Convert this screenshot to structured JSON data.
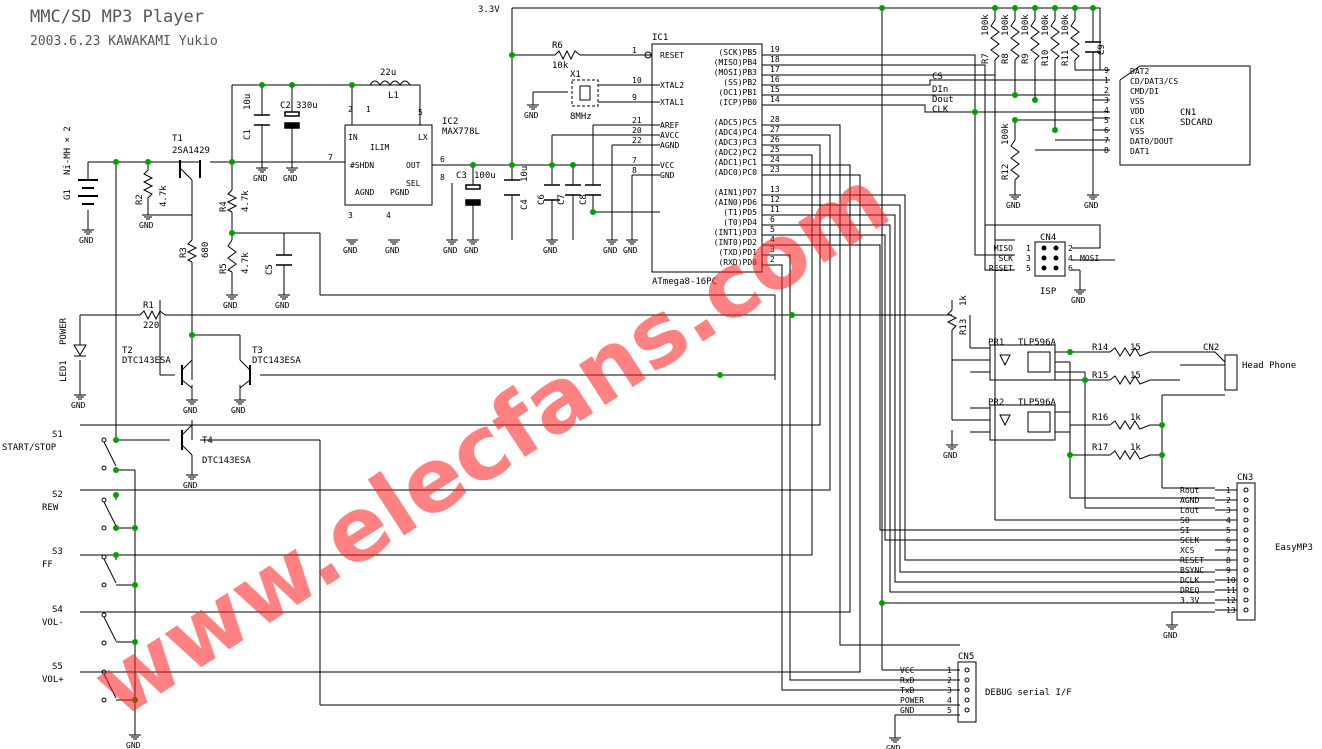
{
  "title": "MMC/SD MP3 Player",
  "subtitle": "2003.6.23  KAWAKAMI Yukio",
  "watermark": "www.elecfans.com",
  "rail_label": "3.3V",
  "gnd": "GND",
  "battery": {
    "ref": "G1",
    "value": "Ni-MH × 2"
  },
  "transistors": {
    "t1": {
      "ref": "T1",
      "value": "2SA1429"
    },
    "t2": {
      "ref": "T2",
      "value": "DTC143ESA"
    },
    "t3": {
      "ref": "T3",
      "value": "DTC143ESA"
    },
    "t4": {
      "ref": "T4",
      "value": "DTC143ESA"
    }
  },
  "resistors": {
    "r1": {
      "ref": "R1",
      "value": "220"
    },
    "r2": {
      "ref": "R2",
      "value": "4.7k"
    },
    "r3": {
      "ref": "R3",
      "value": "680"
    },
    "r4": {
      "ref": "R4",
      "value": "4.7k"
    },
    "r5": {
      "ref": "R5",
      "value": "4.7k"
    },
    "r6": {
      "ref": "R6",
      "value": "10k"
    },
    "r7": {
      "ref": "R7",
      "value": "100k"
    },
    "r8": {
      "ref": "R8",
      "value": "100k"
    },
    "r9": {
      "ref": "R9",
      "value": "100k"
    },
    "r10": {
      "ref": "R10",
      "value": "100k"
    },
    "r11": {
      "ref": "R11",
      "value": "100k"
    },
    "r12": {
      "ref": "R12",
      "value": "100k"
    },
    "r13": {
      "ref": "R13",
      "value": "1k"
    },
    "r14": {
      "ref": "R14",
      "value": "15"
    },
    "r15": {
      "ref": "R15",
      "value": "15"
    },
    "r16": {
      "ref": "R16",
      "value": "1k"
    },
    "r17": {
      "ref": "R17",
      "value": "1k"
    }
  },
  "capacitors": {
    "c1": {
      "ref": "C1",
      "value": "10u"
    },
    "c2": {
      "ref": "C2",
      "value": "330u"
    },
    "c3": {
      "ref": "C3",
      "value": "100u"
    },
    "c4": {
      "ref": "C4",
      "value": "10u"
    },
    "c5": {
      "ref": "C5"
    },
    "c6": {
      "ref": "C6"
    },
    "c7": {
      "ref": "C7"
    },
    "c8": {
      "ref": "C8"
    },
    "c9": {
      "ref": "C9"
    }
  },
  "inductor": {
    "ref": "L1",
    "value": "22u"
  },
  "crystal": {
    "ref": "X1",
    "value": "8MHz"
  },
  "led": {
    "ref": "LED1",
    "label": "POWER"
  },
  "ic2": {
    "ref": "IC2",
    "part": "MAX778L",
    "pins": [
      "IN",
      "ILIM",
      "#SHDN",
      "AGND",
      "PGND",
      "LX",
      "OUT",
      "SEL"
    ],
    "nums": [
      "2",
      "1",
      "7",
      "3",
      "4",
      "5",
      "6",
      "8"
    ]
  },
  "ic1": {
    "ref": "IC1",
    "part": "ATmega8-16PC",
    "left": [
      {
        "num": "1",
        "name": "RESET"
      },
      {
        "num": "10",
        "name": "XTAL2"
      },
      {
        "num": "9",
        "name": "XTAL1"
      },
      {
        "num": "21",
        "name": "AREF"
      },
      {
        "num": "20",
        "name": "AVCC"
      },
      {
        "num": "22",
        "name": "AGND"
      },
      {
        "num": "7",
        "name": "VCC"
      },
      {
        "num": "8",
        "name": "GND"
      }
    ],
    "right": [
      {
        "num": "19",
        "name": "(SCK)PB5"
      },
      {
        "num": "18",
        "name": "(MISO)PB4"
      },
      {
        "num": "17",
        "name": "(MOSI)PB3"
      },
      {
        "num": "16",
        "name": "(SS)PB2"
      },
      {
        "num": "15",
        "name": "(OC1)PB1"
      },
      {
        "num": "14",
        "name": "(ICP)PB0"
      },
      {
        "num": "28",
        "name": "(ADC5)PC5"
      },
      {
        "num": "27",
        "name": "(ADC4)PC4"
      },
      {
        "num": "26",
        "name": "(ADC3)PC3"
      },
      {
        "num": "25",
        "name": "(ADC2)PC2"
      },
      {
        "num": "24",
        "name": "(ADC1)PC1"
      },
      {
        "num": "23",
        "name": "(ADC0)PC0"
      },
      {
        "num": "13",
        "name": "(AIN1)PD7"
      },
      {
        "num": "12",
        "name": "(AIN0)PD6"
      },
      {
        "num": "11",
        "name": "(T1)PD5"
      },
      {
        "num": "6",
        "name": "(T0)PD4"
      },
      {
        "num": "5",
        "name": "(INT1)PD3"
      },
      {
        "num": "4",
        "name": "(INT0)PD2"
      },
      {
        "num": "3",
        "name": "(TXD)PD1"
      },
      {
        "num": "2",
        "name": "(RXD)PD0"
      }
    ]
  },
  "sd_signals": [
    "CS",
    "DIn",
    "Dout",
    "CLK"
  ],
  "cn1": {
    "ref": "CN1",
    "part": "SDCARD",
    "pins": [
      {
        "num": "9",
        "name": "DAT2"
      },
      {
        "num": "1",
        "name": "CD/DAT3/CS"
      },
      {
        "num": "2",
        "name": "CMD/DI"
      },
      {
        "num": "3",
        "name": "VSS"
      },
      {
        "num": "4",
        "name": "VDD"
      },
      {
        "num": "5",
        "name": "CLK"
      },
      {
        "num": "6",
        "name": "VSS"
      },
      {
        "num": "7",
        "name": "DAT0/DOUT"
      },
      {
        "num": "8",
        "name": "DAT1"
      }
    ]
  },
  "cn4": {
    "ref": "CN4",
    "part": "ISP",
    "left": [
      {
        "num": "1",
        "name": "MISO"
      },
      {
        "num": "3",
        "name": "SCK"
      },
      {
        "num": "5",
        "name": "RESET"
      }
    ],
    "right": [
      {
        "num": "2",
        "name": ""
      },
      {
        "num": "4",
        "name": "MOSI"
      },
      {
        "num": "6",
        "name": ""
      }
    ]
  },
  "pr1": {
    "ref": "PR1",
    "part": "TLP596A"
  },
  "pr2": {
    "ref": "PR2",
    "part": "TLP596A"
  },
  "cn2": {
    "ref": "CN2",
    "label": "Head Phone"
  },
  "cn3": {
    "ref": "CN3",
    "label": "EasyMP3",
    "pins": [
      {
        "num": "1",
        "name": "Rout"
      },
      {
        "num": "2",
        "name": "AGND"
      },
      {
        "num": "3",
        "name": "Lout"
      },
      {
        "num": "4",
        "name": "SO"
      },
      {
        "num": "5",
        "name": "SI"
      },
      {
        "num": "6",
        "name": "SCLK"
      },
      {
        "num": "7",
        "name": "XCS"
      },
      {
        "num": "8",
        "name": "RESET"
      },
      {
        "num": "9",
        "name": "BSYNC"
      },
      {
        "num": "10",
        "name": "DCLK"
      },
      {
        "num": "11",
        "name": "DREQ"
      },
      {
        "num": "12",
        "name": "3.3V"
      },
      {
        "num": "13",
        "name": ""
      }
    ]
  },
  "cn5": {
    "ref": "CN5",
    "label": "DEBUG serial I/F",
    "pins": [
      {
        "num": "1",
        "name": "VCC"
      },
      {
        "num": "2",
        "name": "RxD"
      },
      {
        "num": "3",
        "name": "TxD"
      },
      {
        "num": "4",
        "name": "POWER"
      },
      {
        "num": "5",
        "name": "GND"
      }
    ]
  },
  "switches": [
    {
      "ref": "S1",
      "label": "START/STOP"
    },
    {
      "ref": "S2",
      "label": "REW"
    },
    {
      "ref": "S3",
      "label": "FF"
    },
    {
      "ref": "S4",
      "label": "VOL-"
    },
    {
      "ref": "S5",
      "label": "VOL+"
    }
  ]
}
